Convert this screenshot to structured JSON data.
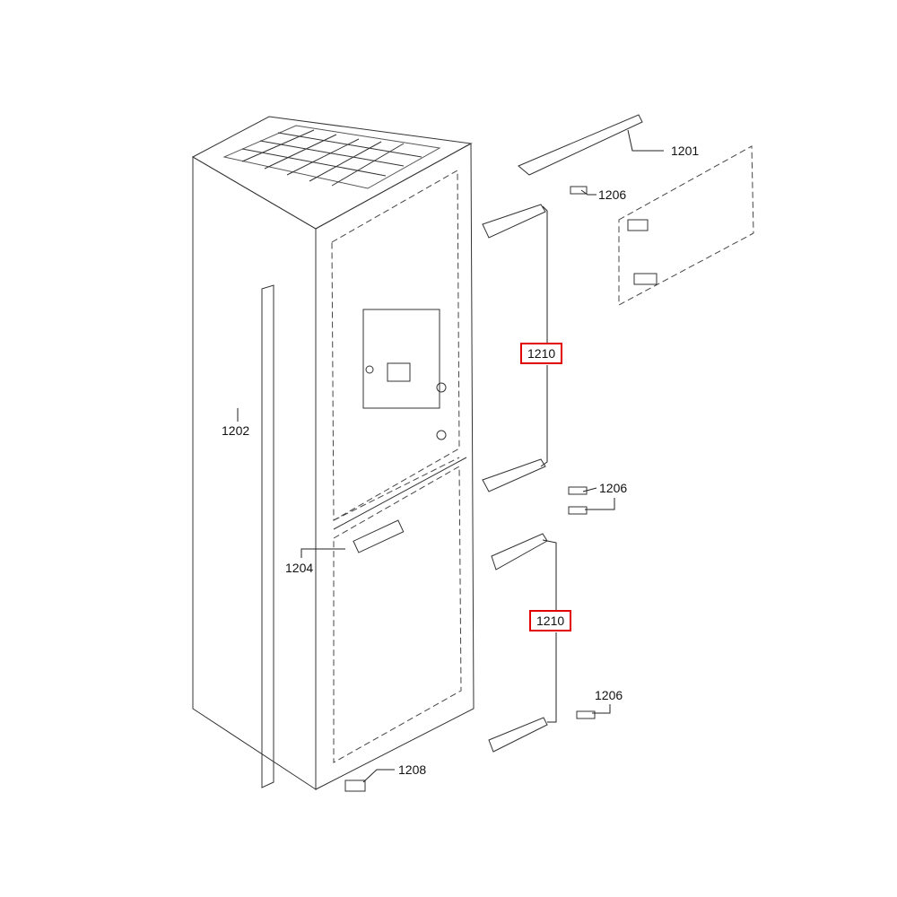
{
  "diagram": {
    "type": "exploded-parts-view",
    "highlight_color": "#e00000",
    "callouts": [
      {
        "id": "1201",
        "label": "1201",
        "highlighted": false
      },
      {
        "id": "1206a",
        "label": "1206",
        "highlighted": false
      },
      {
        "id": "1202",
        "label": "1202",
        "highlighted": false
      },
      {
        "id": "1210a",
        "label": "1210",
        "highlighted": true
      },
      {
        "id": "1206b",
        "label": "1206",
        "highlighted": false
      },
      {
        "id": "1204",
        "label": "1204",
        "highlighted": false
      },
      {
        "id": "1210b",
        "label": "1210",
        "highlighted": true
      },
      {
        "id": "1206c",
        "label": "1206",
        "highlighted": false
      },
      {
        "id": "1208",
        "label": "1208",
        "highlighted": false
      }
    ]
  }
}
